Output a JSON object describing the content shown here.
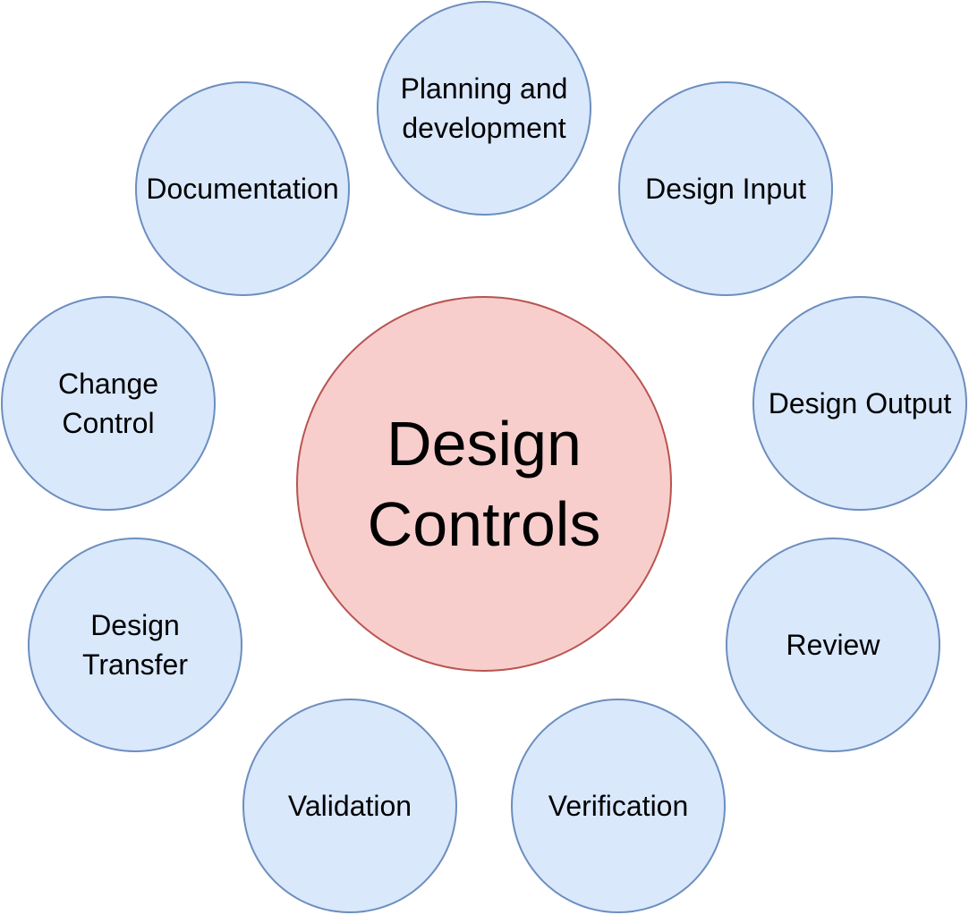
{
  "diagram": {
    "center": {
      "label": "Design\nControls",
      "fill": "#f8cecc",
      "stroke": "#b85450"
    },
    "satellite_style": {
      "fill": "#dae8fc",
      "stroke": "#6c8ebf"
    },
    "nodes": [
      {
        "label": "Planning and\ndevelopment"
      },
      {
        "label": "Design Input"
      },
      {
        "label": "Design Output"
      },
      {
        "label": "Review"
      },
      {
        "label": "Verification"
      },
      {
        "label": "Validation"
      },
      {
        "label": "Design\nTransfer"
      },
      {
        "label": "Change\nControl"
      },
      {
        "label": "Documentation"
      }
    ]
  }
}
